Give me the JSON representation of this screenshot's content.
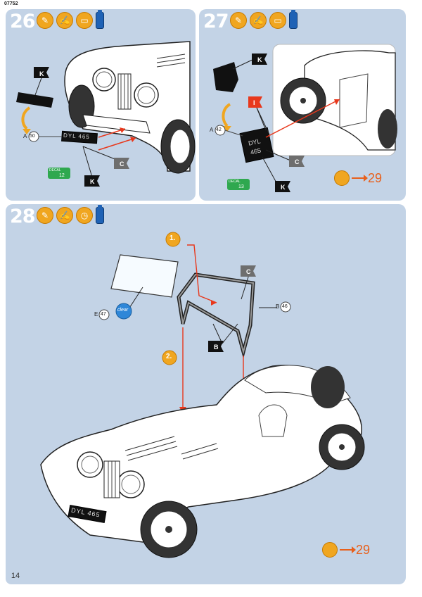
{
  "doc_code": "07752",
  "page_number": "14",
  "steps": [
    {
      "number": "26",
      "icons": [
        "brush-icon",
        "glue-icon",
        "decal-tray-icon",
        "paint-pot-icon"
      ],
      "callouts": {
        "part_a": "A",
        "part_a_num": "50",
        "decal_label": "DECAL",
        "decal_num": "12",
        "plate_text": "DYL 465"
      }
    },
    {
      "number": "27",
      "icons": [
        "brush-icon",
        "glue-icon",
        "decal-tray-icon",
        "paint-pot-icon"
      ],
      "callouts": {
        "part_a": "A",
        "part_a_num": "42",
        "decal_label": "DECAL",
        "decal_num": "13",
        "plate_line1": "DYL",
        "plate_line2": "465",
        "goto": "29"
      }
    },
    {
      "number": "28",
      "icons": [
        "brush-icon",
        "glue-icon",
        "clock-icon",
        "paint-pot-icon"
      ],
      "callouts": {
        "sub1": "1.",
        "sub2": "2.",
        "part_e": "E",
        "part_e_num": "47",
        "clear_label": "clear",
        "part_b": "B",
        "part_b_num": "46",
        "plate_text": "DYL 465",
        "goto": "29"
      }
    }
  ],
  "color_codes": {
    "k": "K",
    "c": "C",
    "b": "B",
    "i": "I"
  },
  "colors": {
    "panel": "#c3d3e6",
    "accent": "#f0a620",
    "arrow": "#e8601c"
  }
}
